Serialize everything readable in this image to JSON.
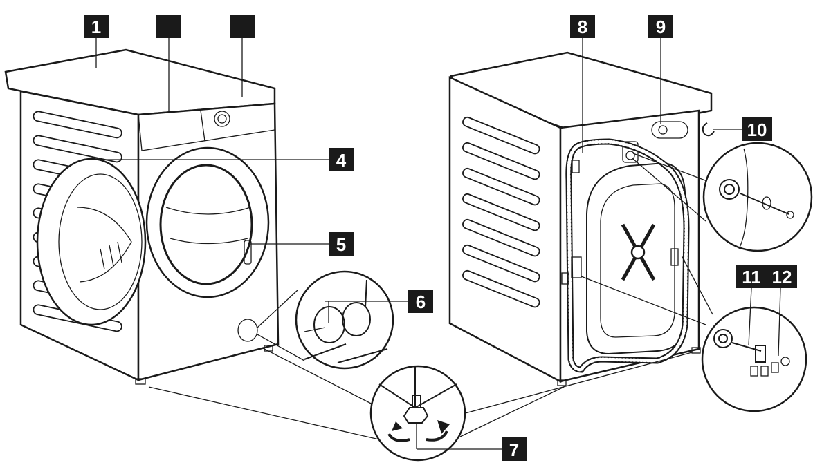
{
  "labels": {
    "l1": "1",
    "l2": "",
    "l3": "",
    "l4": "4",
    "l5": "5",
    "l6": "6",
    "l7": "7",
    "l8": "8",
    "l9": "9",
    "l10": "10",
    "l11": "11",
    "l12": "12"
  },
  "colors": {
    "ink": "#1a1a1a",
    "label_bg": "#1a1a1a",
    "label_text": "#ffffff",
    "background": "#ffffff"
  }
}
